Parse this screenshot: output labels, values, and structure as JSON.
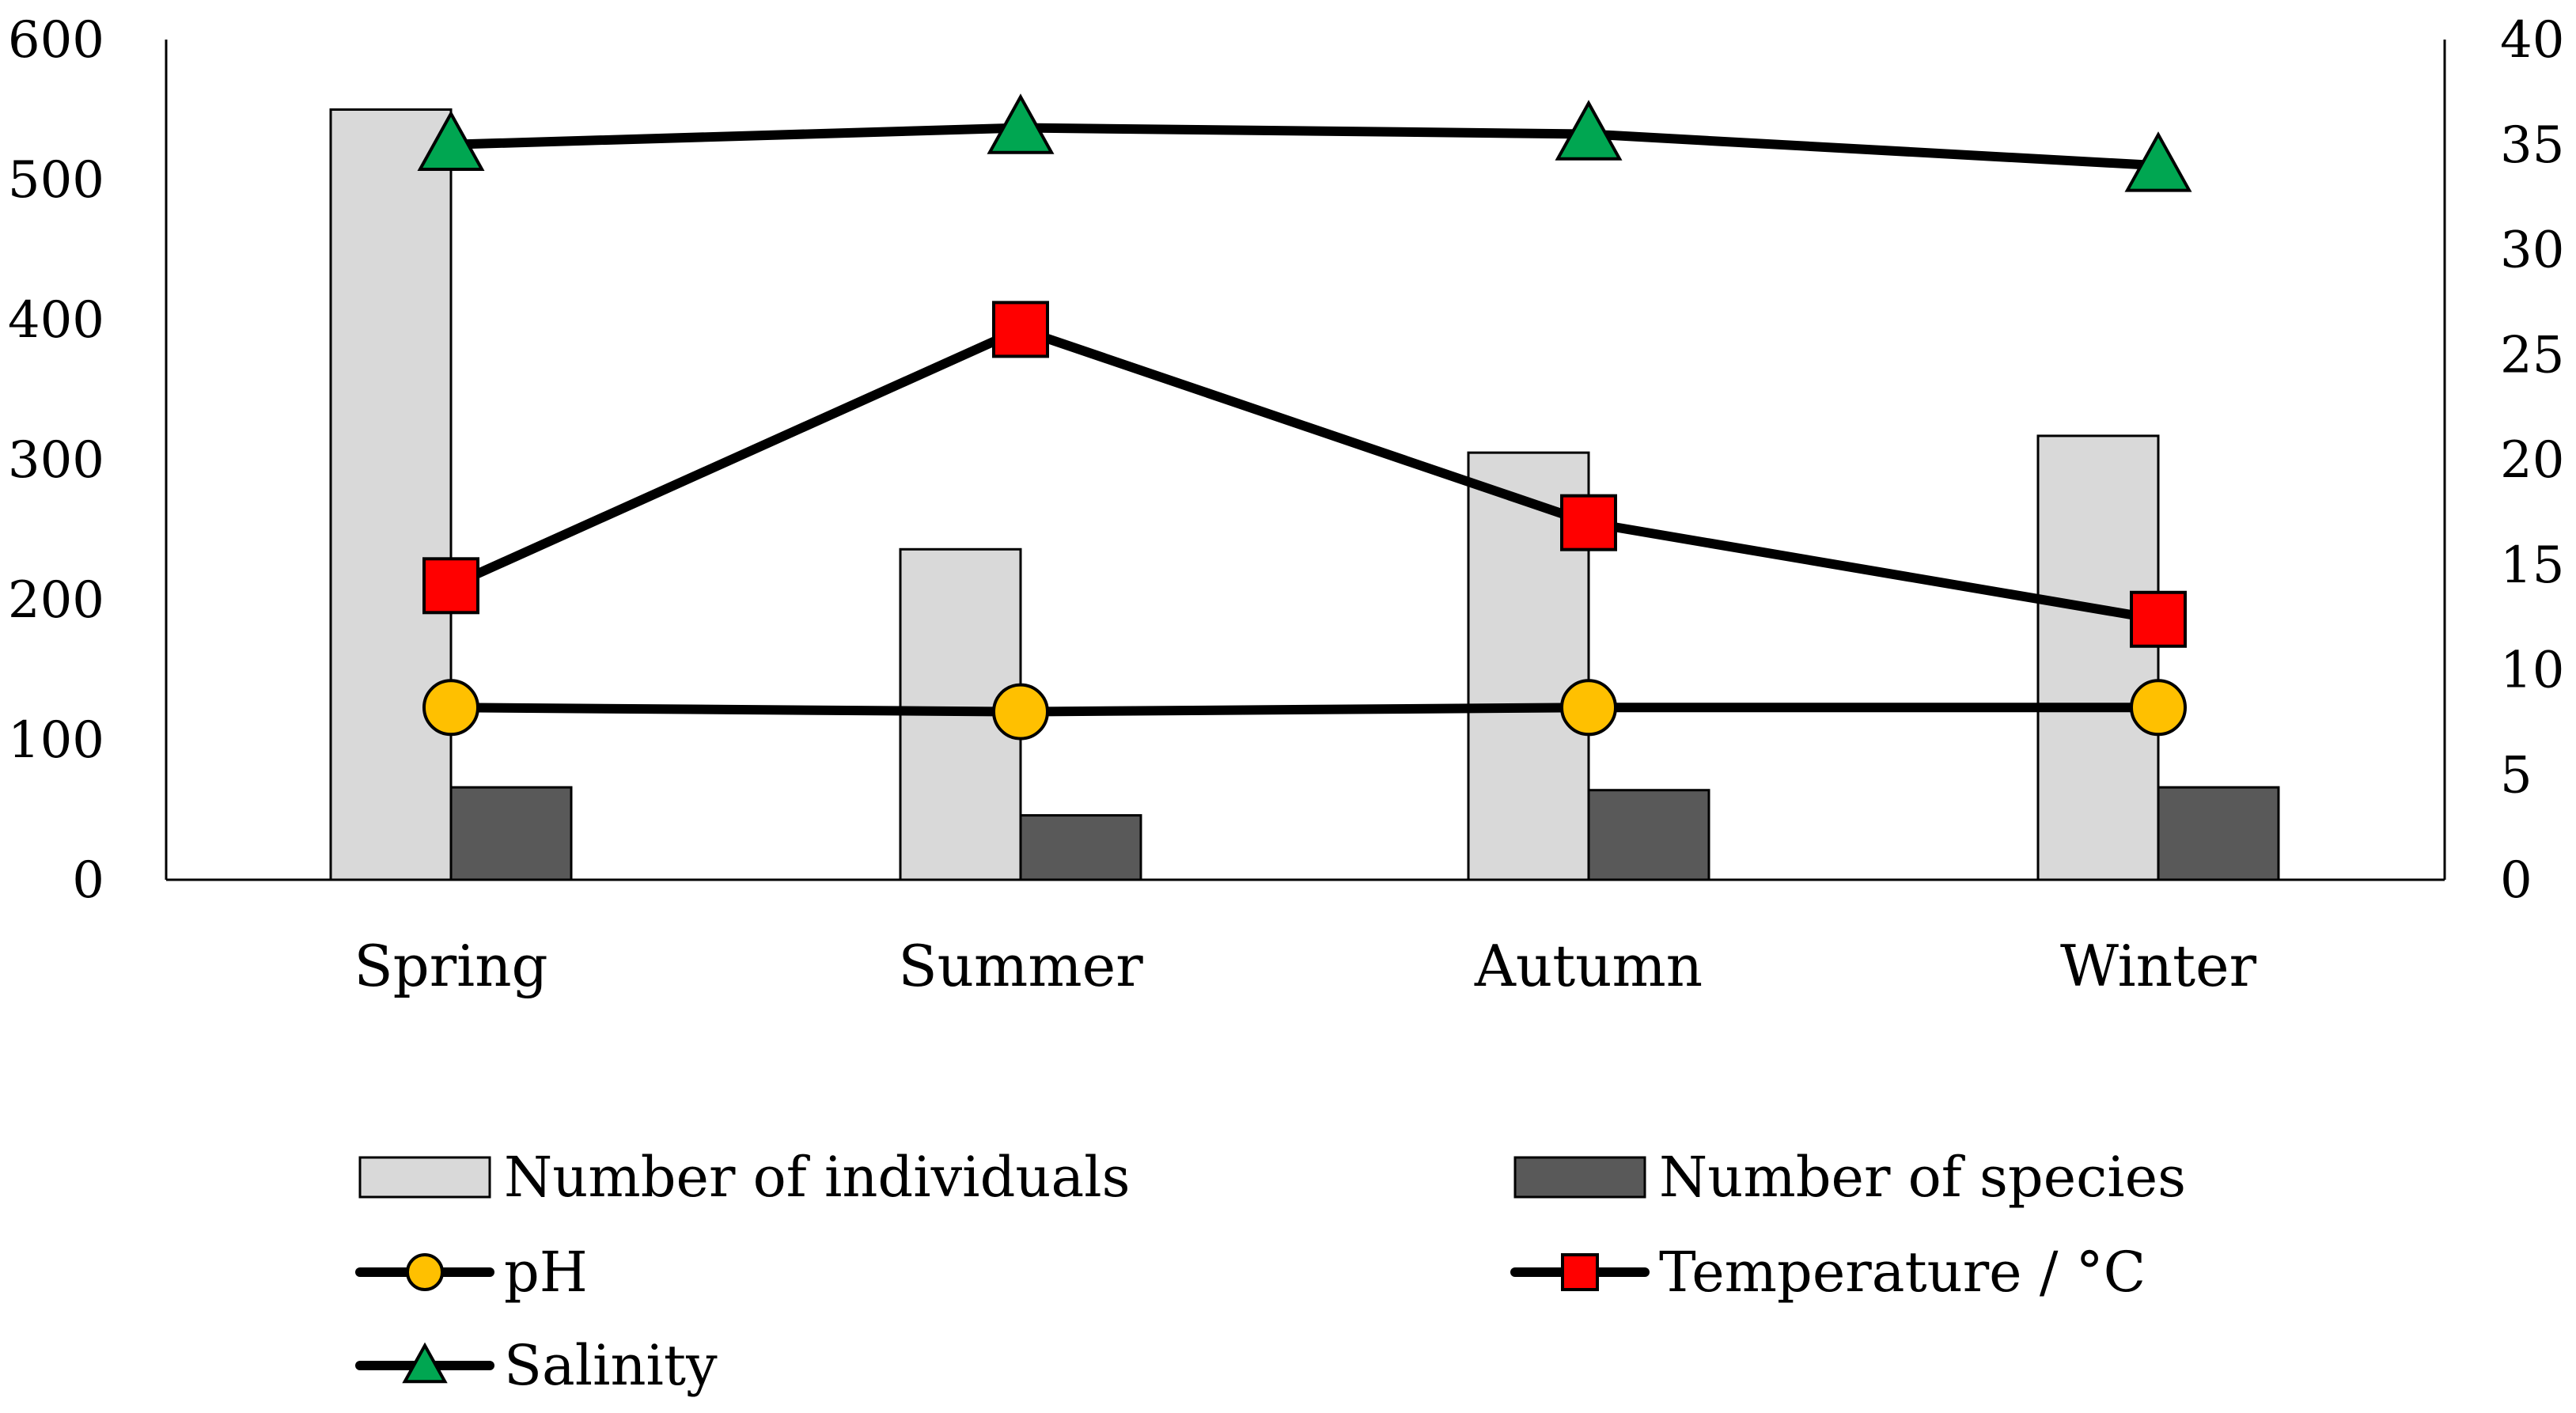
{
  "chart_data": {
    "type": "bar",
    "categories": [
      "Spring",
      "Summer",
      "Autumn",
      "Winter"
    ],
    "y_left": {
      "min": 0,
      "max": 600,
      "ticks": [
        0,
        100,
        200,
        300,
        400,
        500,
        600
      ],
      "tick_labels": [
        "0",
        "100",
        "200",
        "300",
        "400",
        "500",
        "600"
      ]
    },
    "y_right": {
      "min": 0,
      "max": 40,
      "ticks": [
        0,
        5,
        10,
        15,
        20,
        25,
        30,
        35,
        40
      ],
      "tick_labels": [
        "0",
        "5",
        "10",
        "15",
        "20",
        "25",
        "30",
        "35",
        "40"
      ]
    },
    "grid": false,
    "legend_position": "bottom",
    "series": [
      {
        "name": "Number of individuals",
        "kind": "bar",
        "axis": "left",
        "values": [
          550,
          236,
          305,
          317
        ],
        "color": "#d9d9d9"
      },
      {
        "name": "Number of species",
        "kind": "bar",
        "axis": "left",
        "values": [
          66,
          46,
          64,
          66
        ],
        "color": "#595959"
      },
      {
        "name": "pH",
        "kind": "line",
        "axis": "right",
        "marker": "circle",
        "values": [
          8.2,
          8.0,
          8.2,
          8.2
        ],
        "color": "#ffc000"
      },
      {
        "name": "Temperature / °C",
        "kind": "line",
        "axis": "right",
        "marker": "square",
        "values": [
          14.0,
          26.2,
          17.0,
          12.4
        ],
        "color": "#ff0000"
      },
      {
        "name": "Salinity",
        "kind": "line",
        "axis": "right",
        "marker": "triangle",
        "values": [
          35.0,
          35.8,
          35.5,
          34.0
        ],
        "color": "#00a651"
      }
    ]
  }
}
